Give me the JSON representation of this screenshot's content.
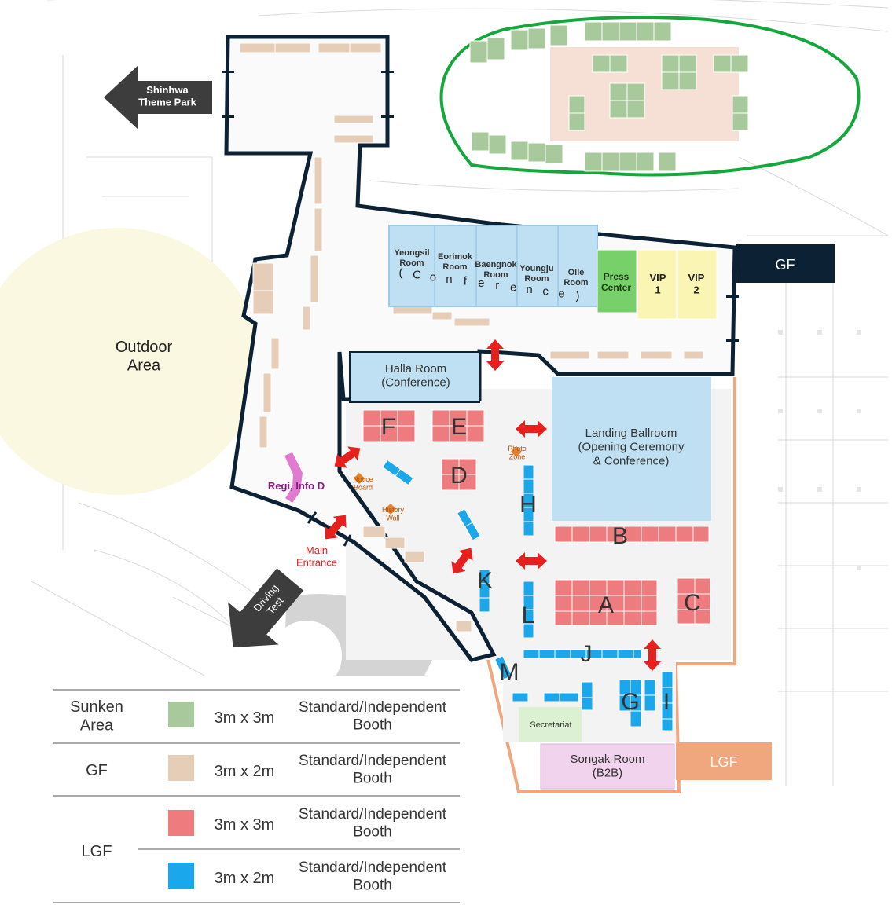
{
  "regions": {
    "outdoor": "Outdoor\nArea",
    "gf_tag": "GF",
    "lgf_tag": "LGF"
  },
  "directions": {
    "shinhwa": "Shinhwa\nTheme Park",
    "driving": "Driving\nTest",
    "main_entrance": "Main\nEntrance"
  },
  "rooms": {
    "yeongsil": "Yeongsil\nRoom",
    "eorimok": "Eorimok\nRoom",
    "baengnok": "Baengnok\nRoom",
    "youngju": "Youngju\nRoom",
    "olle": "Olle\nRoom",
    "conference_spaced": [
      "(",
      "C",
      "o",
      "n",
      "f",
      "e",
      "r",
      "e",
      "n",
      "c",
      "e",
      ")"
    ],
    "press_center": "Press\nCenter",
    "vip1": "VIP\n1",
    "vip2": "VIP\n2",
    "halla": "Halla Room\n(Conference)",
    "landing": "Landing Ballroom\n(Opening Ceremony\n& Conference)",
    "secretariat": "Secretariat",
    "songak": "Songak Room\n(B2B)"
  },
  "points": {
    "regi": "Regi, Info D",
    "notice": "Notice\nBoard",
    "history": "History\nWall",
    "photo": "Photo\nZone"
  },
  "zones": [
    "A",
    "B",
    "C",
    "D",
    "E",
    "F",
    "G",
    "H",
    "I",
    "J",
    "K",
    "L",
    "M"
  ],
  "legend": {
    "rows": [
      {
        "area": "Sunken\nArea",
        "size": "3m x 3m",
        "type": "Standard/Independent\nBooth",
        "color": "#a8c99b"
      },
      {
        "area": "GF",
        "size": "3m x 2m",
        "type": "Standard/Independent\nBooth",
        "color": "#e6cdb8"
      },
      {
        "area": "LGF",
        "size": "3m x 3m",
        "type": "Standard/Independent\nBooth",
        "color": "#ee7b7e"
      },
      {
        "area": "",
        "size": "3m x 2m",
        "type": "Standard/Independent\nBooth",
        "color": "#1aa7ec"
      }
    ]
  },
  "colors": {
    "gf_outline": "#0c2134",
    "lgf_outline": "#f0a77e",
    "sunken_outline": "#14a83b",
    "conference": "#bfe0f2",
    "press": "#78d06a",
    "vip": "#fbf5b4",
    "secretariat": "#dcf0d2",
    "songak": "#f1d3ee",
    "arrow": "#e8201d",
    "regi": "#e07bd0"
  }
}
